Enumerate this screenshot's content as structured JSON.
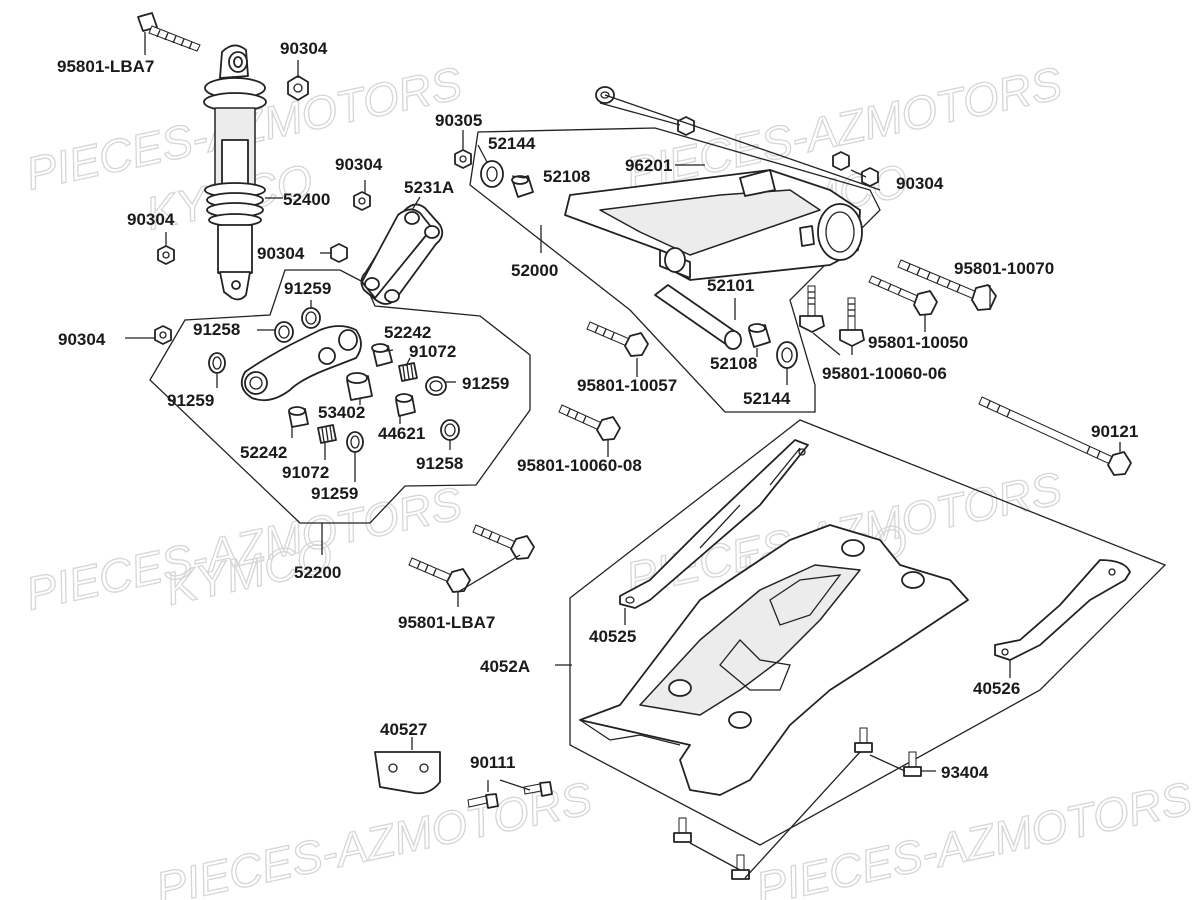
{
  "watermark": {
    "line1": "PIECES-AZMOTORS",
    "line2": "KYMCO"
  },
  "labels": {
    "p95801_lba7_top": "95801-LBA7",
    "p90304_a": "90304",
    "p90304_b": "90304",
    "p90304_c": "90304",
    "p90304_d": "90304",
    "p90304_e": "90304",
    "p90304_f": "90304",
    "p52400": "52400",
    "p5231a": "5231A",
    "p90305": "90305",
    "p52144_a": "52144",
    "p52108_a": "52108",
    "p96201": "96201",
    "p52000": "52000",
    "p52101": "52101",
    "p52108_b": "52108",
    "p52144_b": "52144",
    "p95801_10070": "95801-10070",
    "p95801_10050": "95801-10050",
    "p95801_10060_06": "95801-10060-06",
    "p95801_10057": "95801-10057",
    "p95801_10060_08": "95801-10060-08",
    "p90121": "90121",
    "p91259_a": "91259",
    "p91258_a": "91258",
    "p52242_a": "52242",
    "p91072_a": "91072",
    "p91259_b": "91259",
    "p91259_c": "91259",
    "p53402": "53402",
    "p44621": "44621",
    "p52242_b": "52242",
    "p91072_b": "91072",
    "p91258_b": "91258",
    "p91259_d": "91259",
    "p52200": "52200",
    "p95801_lba7_bot": "95801-LBA7",
    "p40525": "40525",
    "p4052a": "4052A",
    "p40526": "40526",
    "p40527": "40527",
    "p90111": "90111",
    "p93404": "93404"
  }
}
